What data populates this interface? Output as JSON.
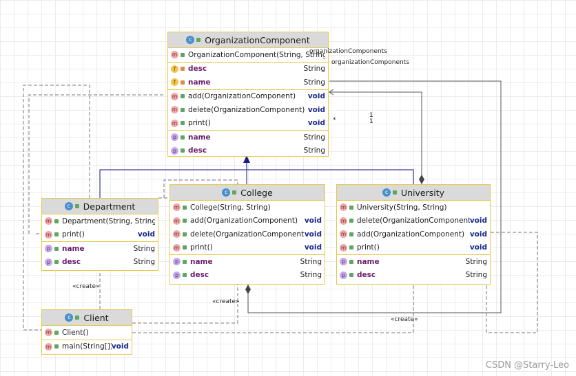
{
  "classes": {
    "org": {
      "name": "OrganizationComponent",
      "rows1": [
        {
          "icon": "m",
          "text": "OrganizationComponent(String, String)",
          "type": ""
        }
      ],
      "rows2": [
        {
          "icon": "f",
          "text": "desc",
          "type": "String",
          "vis": "priv"
        },
        {
          "icon": "f",
          "text": "name",
          "type": "String",
          "vis": "priv"
        }
      ],
      "rows3": [
        {
          "icon": "m",
          "text": "add(OrganizationComponent)",
          "type": "void"
        },
        {
          "icon": "m",
          "text": "delete(OrganizationComponent)",
          "type": "void"
        },
        {
          "icon": "m",
          "text": "print()",
          "type": "void"
        }
      ],
      "rows4": [
        {
          "icon": "p",
          "text": "name",
          "type": "String"
        },
        {
          "icon": "p",
          "text": "desc",
          "type": "String"
        }
      ]
    },
    "dept": {
      "name": "Department",
      "rows1": [
        {
          "icon": "m",
          "text": "Department(String, String)",
          "type": ""
        },
        {
          "icon": "m",
          "text": "print()",
          "type": "void"
        }
      ],
      "rows2": [
        {
          "icon": "p",
          "text": "name",
          "type": "String"
        },
        {
          "icon": "p",
          "text": "desc",
          "type": "String"
        }
      ]
    },
    "college": {
      "name": "College",
      "rows1": [
        {
          "icon": "m",
          "text": "College(String, String)",
          "type": ""
        },
        {
          "icon": "m",
          "text": "add(OrganizationComponent)",
          "type": "void"
        },
        {
          "icon": "m",
          "text": "delete(OrganizationComponent)",
          "type": "void"
        },
        {
          "icon": "m",
          "text": "print()",
          "type": "void"
        }
      ],
      "rows2": [
        {
          "icon": "p",
          "text": "name",
          "type": "String"
        },
        {
          "icon": "p",
          "text": "desc",
          "type": "String"
        }
      ]
    },
    "univ": {
      "name": "University",
      "rows1": [
        {
          "icon": "m",
          "text": "University(String, String)",
          "type": ""
        },
        {
          "icon": "m",
          "text": "delete(OrganizationComponent)",
          "type": "void"
        },
        {
          "icon": "m",
          "text": "add(OrganizationComponent)",
          "type": "void"
        },
        {
          "icon": "m",
          "text": "print()",
          "type": "void"
        }
      ],
      "rows2": [
        {
          "icon": "p",
          "text": "name",
          "type": "String"
        },
        {
          "icon": "p",
          "text": "desc",
          "type": "String"
        }
      ]
    },
    "client": {
      "name": "Client",
      "rows1": [
        {
          "icon": "m",
          "text": "Client()",
          "type": ""
        }
      ],
      "rows2": [
        {
          "icon": "m",
          "text": "main(String[])",
          "type": "void"
        }
      ]
    }
  },
  "labels": {
    "assoc1": "organizationComponents",
    "assoc2": "organizationComponents",
    "mult_star": "*",
    "mult_one_a": "1",
    "mult_one_b": "1",
    "create1": "«create»",
    "create2": "«create»",
    "create3": "«create»"
  },
  "watermark": "CSDN @Starry-Leo",
  "colors": {
    "line": "#3a3a9a",
    "dash": "#777777",
    "border": "#e6c84a",
    "header": "#dadada"
  }
}
